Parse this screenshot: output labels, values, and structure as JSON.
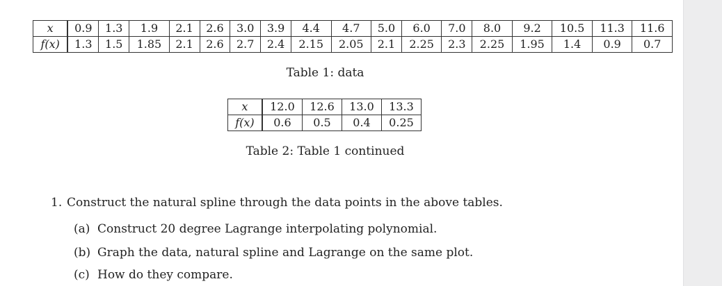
{
  "table1": {
    "x_label": "x",
    "fx_label": "f(x)",
    "x": [
      "0.9",
      "1.3",
      "1.9",
      "2.1",
      "2.6",
      "3.0",
      "3.9",
      "4.4",
      "4.7",
      "5.0",
      "6.0",
      "7.0",
      "8.0",
      "9.2",
      "10.5",
      "11.3",
      "11.6"
    ],
    "fx": [
      "1.3",
      "1.5",
      "1.85",
      "2.1",
      "2.6",
      "2.7",
      "2.4",
      "2.15",
      "2.05",
      "2.1",
      "2.25",
      "2.3",
      "2.25",
      "1.95",
      "1.4",
      "0.9",
      "0.7"
    ],
    "caption": "Table 1: data"
  },
  "table2": {
    "x_label": "x",
    "fx_label": "f(x)",
    "x": [
      "12.0",
      "12.6",
      "13.0",
      "13.3"
    ],
    "fx": [
      "0.6",
      "0.5",
      "0.4",
      "0.25"
    ],
    "caption": "Table 2: Table 1 continued"
  },
  "problem": {
    "number": "1.",
    "text": "Construct the natural spline through the data points in the above tables.",
    "parts": [
      {
        "label": "(a)",
        "text": "Construct 20 degree Lagrange interpolating polynomial."
      },
      {
        "label": "(b)",
        "text": "Graph the data, natural spline and Lagrange on the same plot."
      },
      {
        "label": "(c)",
        "text": "How do they compare."
      }
    ]
  }
}
